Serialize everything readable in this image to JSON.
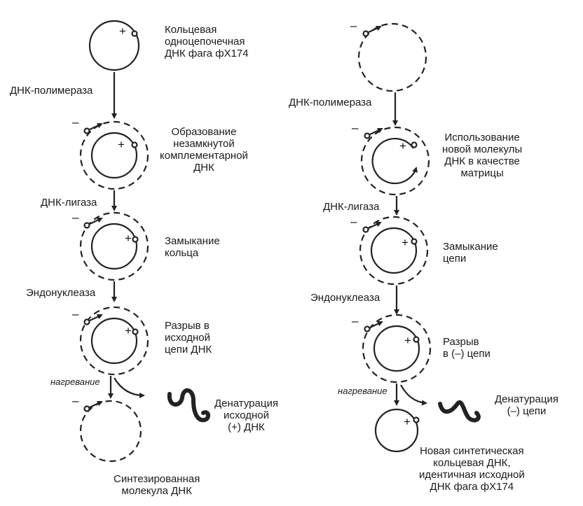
{
  "left": {
    "top_label": [
      "Кольцевая",
      "одноцепочечная",
      "ДНК фага  фХ174"
    ],
    "polymerase": "ДНК-полимераза",
    "step1": [
      "Образование",
      "незамкнутой",
      "комплементарной",
      "ДНК"
    ],
    "ligase": "ДНК-лигаза",
    "step2": [
      "Замыкание",
      "кольца"
    ],
    "endonuclease": "Эндонуклеаза",
    "step3": [
      "Разрыв в",
      "исходной",
      "цепи ДНК"
    ],
    "heating": "нагревание",
    "denaturation": [
      "Денатурация",
      "исходной",
      "(+) ДНК"
    ],
    "result": [
      "Синтезированная",
      "молекула ДНК"
    ]
  },
  "right": {
    "polymerase": "ДНК-полимераза",
    "step1": [
      "Использование",
      "новой молекулы",
      "ДНК в качестве",
      "матрицы"
    ],
    "ligase": "ДНК-лигаза",
    "step2": [
      "Замыкание",
      "цепи"
    ],
    "endonuclease": "Эндонуклеаза",
    "step3": [
      "Разрыв",
      "в (–) цепи"
    ],
    "heating": "нагревание",
    "denaturation": [
      "Денатурация",
      "(–) цепи"
    ],
    "result": [
      "Новая синтетическая",
      "кольцевая ДНК,",
      "идентичная  исходной",
      "ДНК фага  фХ174"
    ]
  },
  "signs": {
    "plus": "+",
    "minus": "–"
  }
}
